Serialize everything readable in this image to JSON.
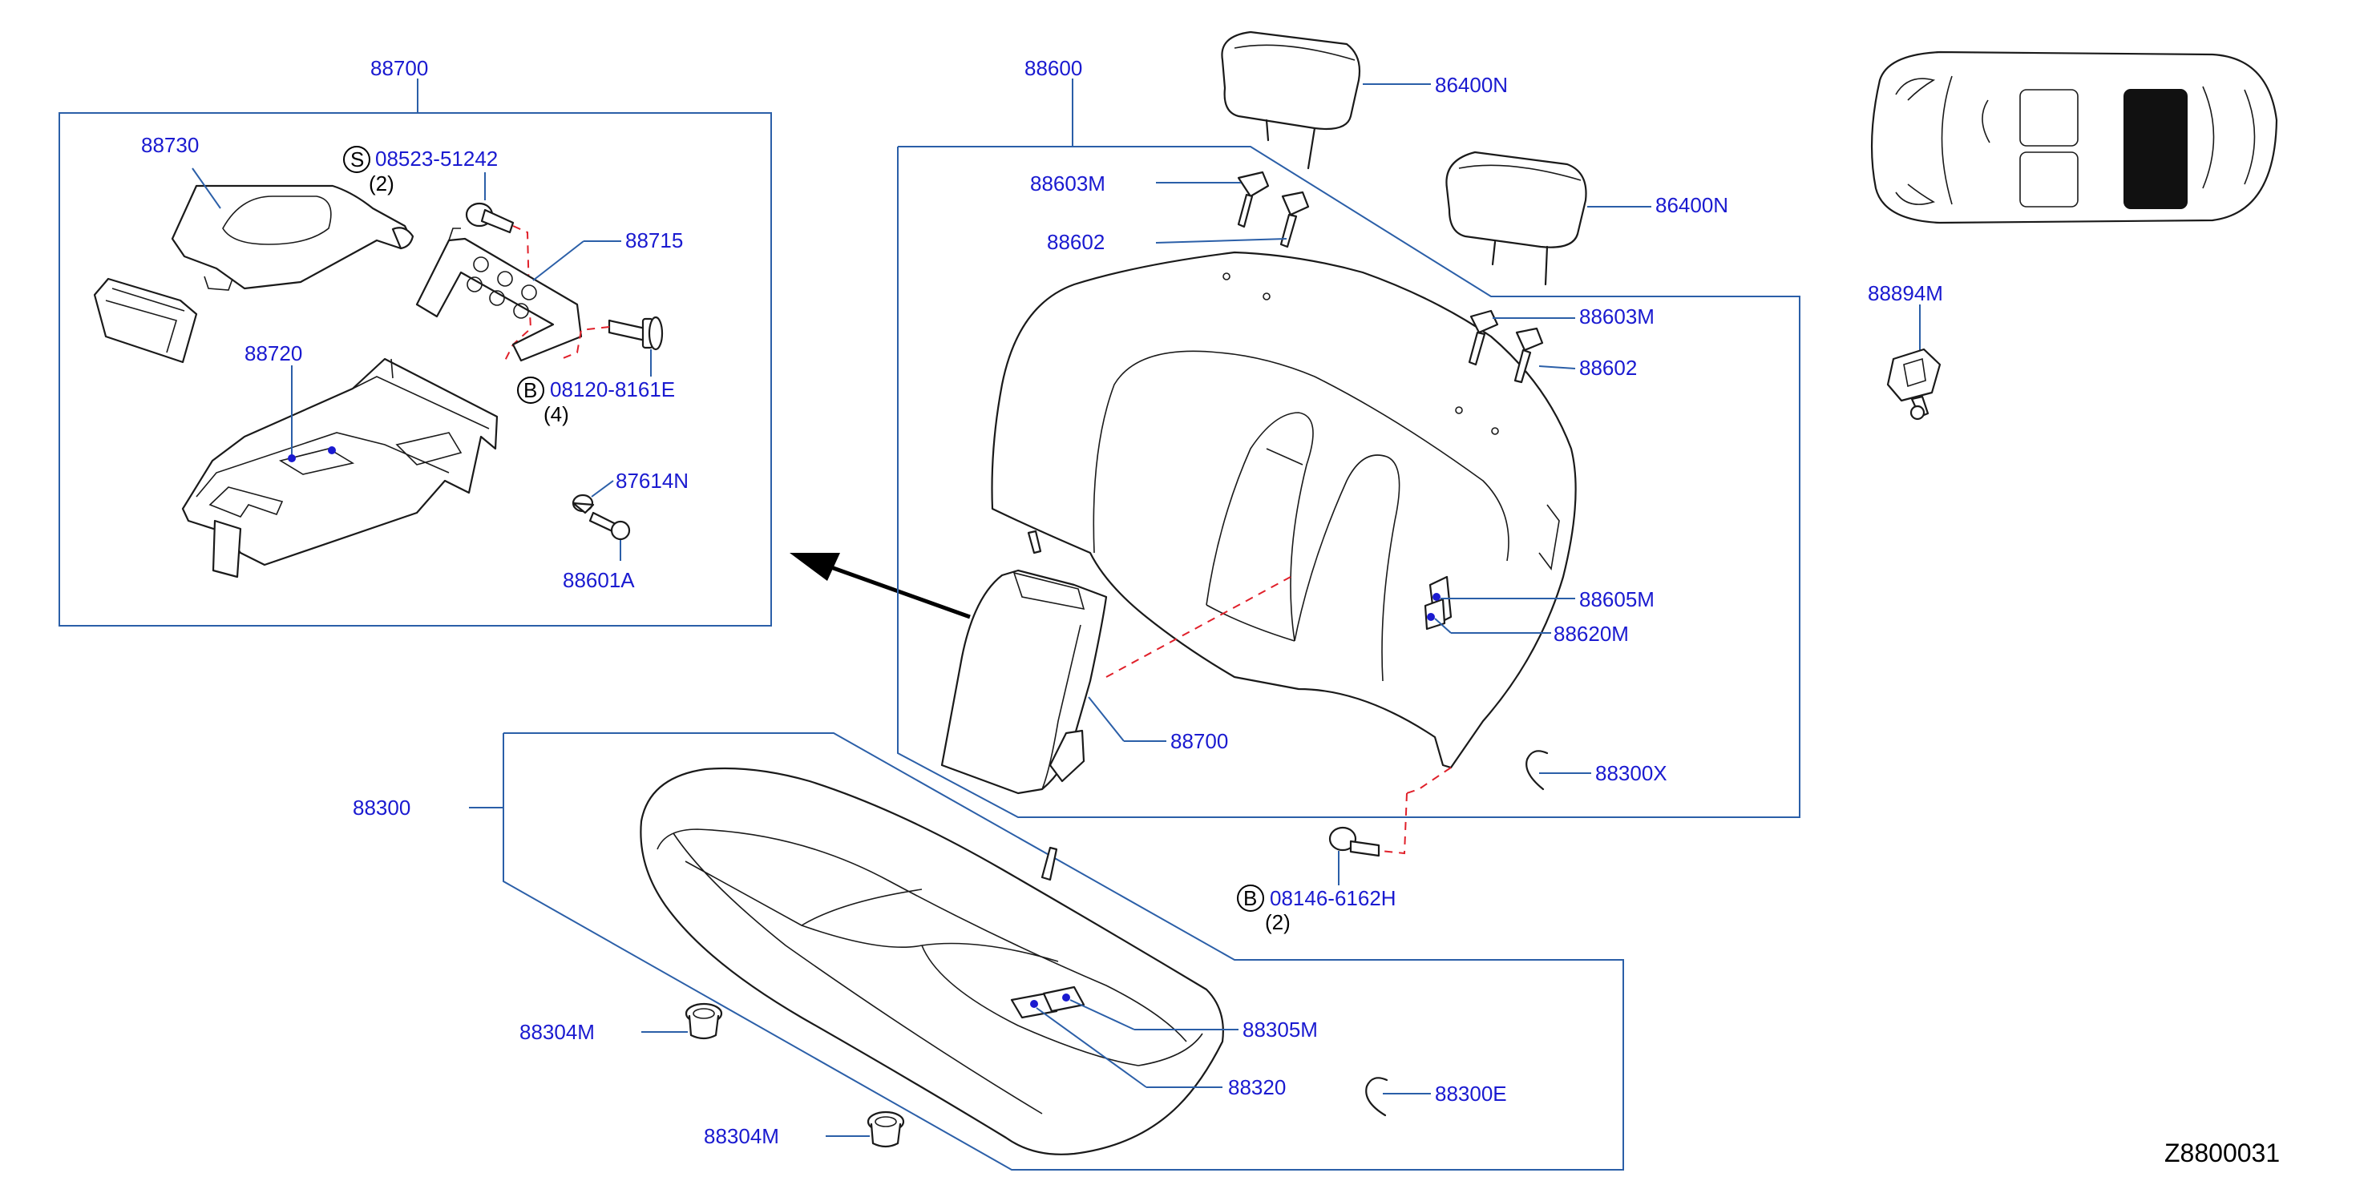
{
  "diagram": {
    "code": "Z8800031",
    "labels": {
      "armrest_group": "88700",
      "armrest_lid": "88730",
      "screw_s": "08523-51242",
      "screw_s_qty": "(2)",
      "hinge": "88715",
      "armrest_body": "88720",
      "bolt_b1": "08120-8161E",
      "bolt_b1_qty": "(4)",
      "clip_87614": "87614N",
      "bolt_88601": "88601A",
      "back_group": "88600",
      "guide_top": "88603M",
      "guide_lock_top": "88602",
      "headrest_1": "86400N",
      "headrest_2": "86400N",
      "guide_right": "88603M",
      "guide_lock_right": "88602",
      "label_back": "88605M",
      "label_back2": "88620M",
      "armrest_callout": "88700",
      "ring_back": "88300X",
      "bolt_b2": "08146-6162H",
      "bolt_b2_qty": "(2)",
      "striker": "88894M",
      "cushion_group": "88300",
      "bushing_1": "88304M",
      "label_cushion": "88305M",
      "label_cushion2": "88320",
      "ring_cushion": "88300E",
      "bushing_2": "88304M"
    },
    "symbols": {
      "screw_type": "S",
      "bolt_type_1": "B",
      "bolt_type_2": "B"
    },
    "colors": {
      "label": "#1a1ad0",
      "leader": "#2b5fa8",
      "dashed_link": "#e0202a",
      "outline": "#1a1a1a"
    }
  }
}
